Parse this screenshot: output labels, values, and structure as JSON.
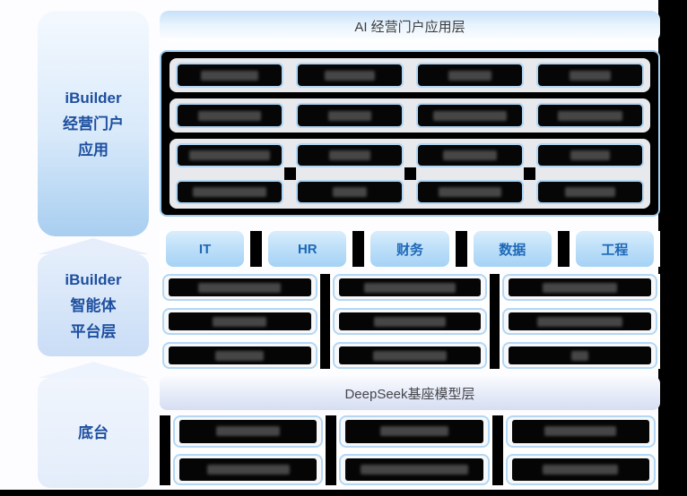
{
  "colors": {
    "sidebar_text_blue": "#1d4f9f",
    "department_text_blue": "#1e68b8",
    "box_border_blue": "#b0d6f4",
    "panel_black": "#000000",
    "header_gradient_top": "#c7e1f9",
    "model_bar_gradient_bottom": "#d6def2"
  },
  "sidebar": {
    "blocks": [
      {
        "id": "portal-app",
        "lines": [
          "iBuilder",
          "经营门户",
          "应用"
        ]
      },
      {
        "id": "agent-platform",
        "lines": [
          "iBuilder",
          "智能体",
          "平台层"
        ]
      },
      {
        "id": "foundation",
        "lines": [
          "底台"
        ]
      }
    ]
  },
  "app_layer": {
    "title": "AI 经营门户应用层",
    "rows": [
      {
        "boxes": [
          {
            "label": "",
            "redacted": true,
            "w": "55%"
          },
          {
            "label": "",
            "redacted": true,
            "w": "48%"
          },
          {
            "label": "",
            "redacted": true,
            "w": "42%"
          },
          {
            "label": "",
            "redacted": true,
            "w": "40%"
          }
        ]
      },
      {
        "boxes": [
          {
            "label": "",
            "redacted": true,
            "w": "60%"
          },
          {
            "label": "",
            "redacted": true,
            "w": "42%"
          },
          {
            "label": "",
            "redacted": true,
            "w": "70%"
          },
          {
            "label": "",
            "redacted": true,
            "w": "62%"
          }
        ]
      },
      {
        "boxes": [
          {
            "label": "",
            "redacted": true,
            "w": "78%"
          },
          {
            "label": "",
            "redacted": true,
            "w": "40%"
          },
          {
            "label": "",
            "redacted": true,
            "w": "52%"
          },
          {
            "label": "",
            "redacted": true,
            "w": "38%"
          }
        ]
      },
      {
        "boxes": [
          {
            "label": "",
            "redacted": true,
            "w": "70%"
          },
          {
            "label": "",
            "redacted": true,
            "w": "32%"
          },
          {
            "label": "",
            "redacted": true,
            "w": "60%"
          },
          {
            "label": "",
            "redacted": true,
            "w": "48%"
          }
        ]
      }
    ]
  },
  "departments": {
    "items": [
      {
        "label": "IT"
      },
      {
        "label": "HR"
      },
      {
        "label": "财务"
      },
      {
        "label": "数据"
      },
      {
        "label": "工程"
      }
    ]
  },
  "platform_layer": {
    "columns": [
      {
        "cells": [
          {
            "label": "",
            "redacted": true,
            "w": "58%"
          },
          {
            "label": "",
            "redacted": true,
            "w": "38%"
          },
          {
            "label": "",
            "redacted": true,
            "w": "34%"
          }
        ]
      },
      {
        "cells": [
          {
            "label": "",
            "redacted": true,
            "w": "64%"
          },
          {
            "label": "",
            "redacted": true,
            "w": "50%"
          },
          {
            "label": "",
            "redacted": true,
            "w": "52%"
          }
        ]
      },
      {
        "cells": [
          {
            "label": "",
            "redacted": true,
            "w": "52%"
          },
          {
            "label": "",
            "redacted": true,
            "w": "60%"
          },
          {
            "label": "",
            "redacted": true,
            "w": "12%"
          }
        ]
      }
    ]
  },
  "model_layer": {
    "title": "DeepSeek基座模型层"
  },
  "foundation_layer": {
    "columns": [
      {
        "cells": [
          {
            "label": "",
            "redacted": true,
            "w": "46%"
          },
          {
            "label": "",
            "redacted": true,
            "w": "60%"
          }
        ]
      },
      {
        "cells": [
          {
            "label": "",
            "redacted": true,
            "w": "50%"
          },
          {
            "label": "",
            "redacted": true,
            "w": "78%"
          }
        ]
      },
      {
        "cells": [
          {
            "label": "",
            "redacted": true,
            "w": "52%"
          },
          {
            "label": "",
            "redacted": true,
            "w": "55%"
          }
        ]
      }
    ]
  }
}
